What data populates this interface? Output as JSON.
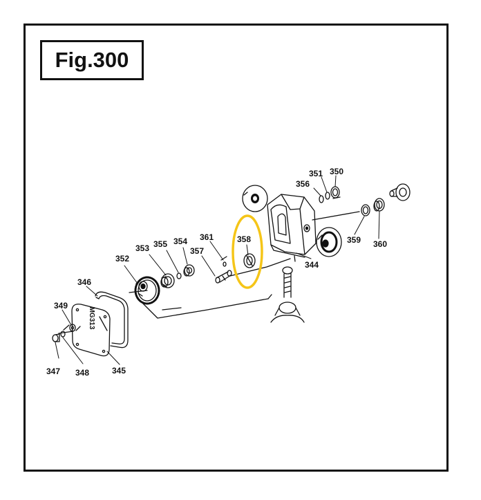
{
  "figure": {
    "label": "Fig.300",
    "highlight_color": "#f5c518"
  },
  "cover_plate": {
    "text": "MG313"
  },
  "callouts": {
    "c344": "344",
    "c345": "345",
    "c346": "346",
    "c347": "347",
    "c348": "348",
    "c349": "349",
    "c350": "350",
    "c351": "351",
    "c352": "352",
    "c353": "353",
    "c354": "354",
    "c355": "355",
    "c356": "356",
    "c357": "357",
    "c358": "358",
    "c359": "359",
    "c360": "360",
    "c361": "361"
  }
}
